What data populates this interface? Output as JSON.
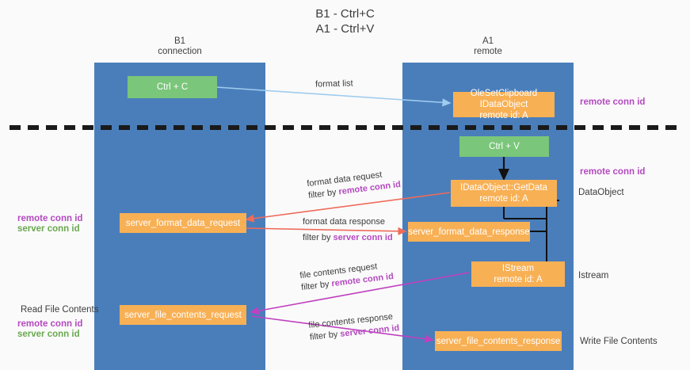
{
  "title": {
    "line1": "B1 - Ctrl+C",
    "line2": "A1 - Ctrl+V"
  },
  "columns": [
    {
      "name": "B1",
      "role": "connection"
    },
    {
      "name": "A1",
      "role": "remote"
    }
  ],
  "boxes": {
    "ctrl_c": {
      "label": "Ctrl + C"
    },
    "ctrl_v": {
      "label": "Ctrl + V"
    },
    "data_object_top": {
      "line1": "OleSetClipboard IDataObject",
      "line2": "remote id: A"
    },
    "get_data": {
      "line1": "IDataObject::GetData",
      "line2": "remote id: A"
    },
    "istream": {
      "line1": "IStream",
      "line2": "remote id: A"
    },
    "server_format_data_request": {
      "label": "server_format_data_request"
    },
    "server_format_data_response": {
      "label": "server_format_data_response"
    },
    "server_file_contents_request": {
      "label": "server_file_contents_request"
    },
    "server_file_contents_response": {
      "label": "server_file_contents_response"
    }
  },
  "edge_labels": {
    "format_list": {
      "text": "format list"
    },
    "format_data_request": {
      "line1": "format data request",
      "filter_prefix": "filter by ",
      "filter_key": "remote conn id"
    },
    "format_data_response": {
      "line1": "format data response",
      "filter_prefix": "filter by ",
      "filter_key": "server conn id"
    },
    "file_contents_request": {
      "line1": "file contents request",
      "filter_prefix": "filter by ",
      "filter_key": "remote conn id"
    },
    "file_contents_response": {
      "line1": "file contents response",
      "filter_prefix": "filter by ",
      "filter_key": "server conn id"
    }
  },
  "side_labels": {
    "right_remote_conn_top": "remote conn id",
    "right_remote_conn_mid": "remote conn id",
    "right_dataobject": "DataObject",
    "right_istream": "Istream",
    "right_write_file_contents": "Write File Contents",
    "left_remote_conn_mid": "remote conn id",
    "left_server_conn_mid": "server conn id",
    "left_read_file_contents": "Read File Contents",
    "left_remote_conn_bottom": "remote conn id",
    "left_server_conn_bottom": "server conn id"
  },
  "colors": {
    "column": "#4a7ebb",
    "green_box": "#7ac67a",
    "orange_box": "#f8b055",
    "purple_text": "#b44ac0",
    "green_text": "#6aa84f",
    "format_list_arrow": "#9ecbee",
    "format_data_arrow": "#ef6b5b",
    "file_contents_arrow": "#c040c0",
    "divider": "#1a1a1a"
  }
}
